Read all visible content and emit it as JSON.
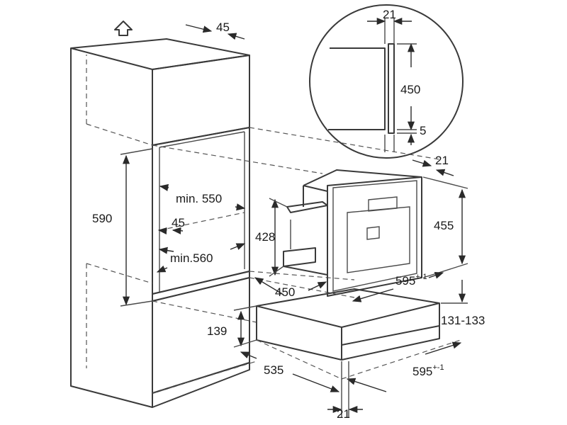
{
  "dimensions": {
    "tall_cabinet_depth_gap": "45",
    "oven_niche_width": "min. 550",
    "oven_niche_height": "590",
    "inner_gap": "45",
    "niche_depth": "min.560",
    "machine_depth": "450",
    "machine_height": "428",
    "front_height": "455",
    "front_width": "595",
    "front_width_tolerance": "+-1",
    "panel_gap_top": "21",
    "detail_width": "21",
    "detail_height": "450",
    "detail_gap": "5",
    "drawer_height_range": "131-133",
    "drawer_niche_height": "139",
    "drawer_depth": "535",
    "drawer_width": "595",
    "drawer_width_tolerance": "+-1",
    "drawer_bottom_gap": "21"
  },
  "icons": {
    "direction_arrow": "up-arrow-icon"
  }
}
